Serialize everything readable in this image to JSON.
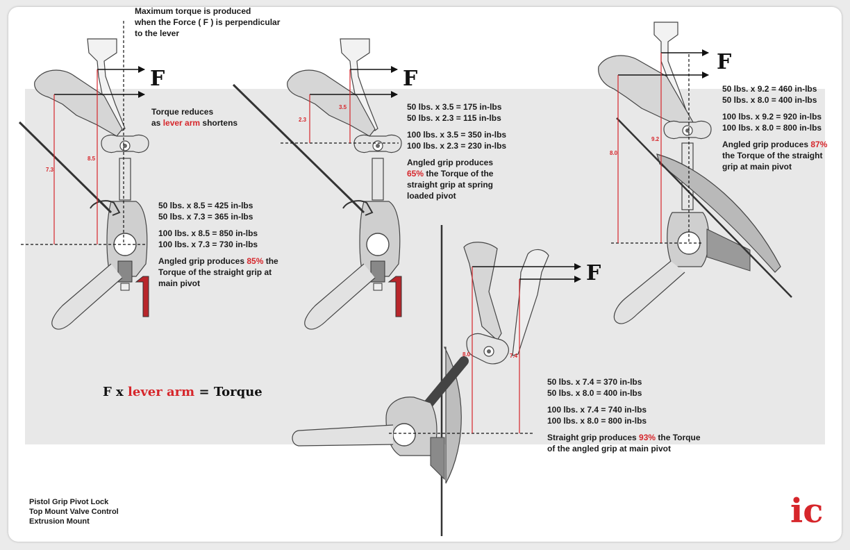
{
  "note_top": [
    "Maximum torque is produced",
    "when the Force ( F ) is perpendicular",
    "to the lever"
  ],
  "note_reduce": {
    "line1": "Torque reduces",
    "line2_pre": "as ",
    "line2_red": "lever arm",
    "line2_post": " shortens"
  },
  "force_label": "F",
  "diagram1": {
    "dims": [
      "7.3",
      "8.5"
    ],
    "calc": [
      "50 lbs. x 8.5 = 425 in-lbs",
      "50 lbs. x 7.3 = 365 in-lbs",
      "100 lbs. x 8.5 = 850 in-lbs",
      "100 lbs. x 7.3 = 730 in-lbs"
    ],
    "result": {
      "pre": "Angled grip produces ",
      "pct": "85%",
      "post": " the",
      "line2": "Torque of the straight grip at",
      "line3": "main pivot"
    }
  },
  "diagram2": {
    "dims": [
      "2.3",
      "3.5"
    ],
    "calc": [
      "50 lbs. x 3.5 = 175 in-lbs",
      "50 lbs. x 2.3 = 115 in-lbs",
      "100 lbs. x 3.5 = 350 in-lbs",
      "100 lbs. x 2.3 = 230 in-lbs"
    ],
    "result": {
      "line1": "Angled grip produces",
      "pct": "65%",
      "post": " the Torque of the",
      "line3": "straight grip at spring",
      "line4": "loaded pivot"
    }
  },
  "diagram3": {
    "dims": [
      "8.0",
      "9.2"
    ],
    "calc": [
      "50 lbs. x 9.2 = 460 in-lbs",
      "50 lbs. x 8.0 = 400 in-lbs",
      "100 lbs. x 9.2 = 920 in-lbs",
      "100 lbs. x 8.0 = 800 in-lbs"
    ],
    "result": {
      "pre": "Angled grip produces ",
      "pct": "87%",
      "line2": "the Torque of the straight",
      "line3": "grip at main pivot"
    }
  },
  "diagram4": {
    "dims": [
      "8.0",
      "7.4"
    ],
    "calc": [
      "50 lbs. x 7.4 = 370 in-lbs",
      "50 lbs. x 8.0 = 400 in-lbs",
      "100 lbs. x 7.4 = 740 in-lbs",
      "100 lbs. x 8.0 = 800 in-lbs"
    ],
    "result": {
      "pre": "Straight grip produces ",
      "pct": "93%",
      "post": " the Torque",
      "line2": "of the angled grip at main pivot"
    }
  },
  "formula": {
    "f": "F x ",
    "red": "lever arm",
    "post": " = Torque"
  },
  "footer": [
    "Pistol Grip Pivot Lock",
    "Top Mount Valve Control",
    "Extrusion Mount"
  ],
  "logo_text": "ic",
  "colors": {
    "accent_red": "#d6262b",
    "panel_gray": "#e8e8e8",
    "part_gray": "#cfcfcf"
  }
}
